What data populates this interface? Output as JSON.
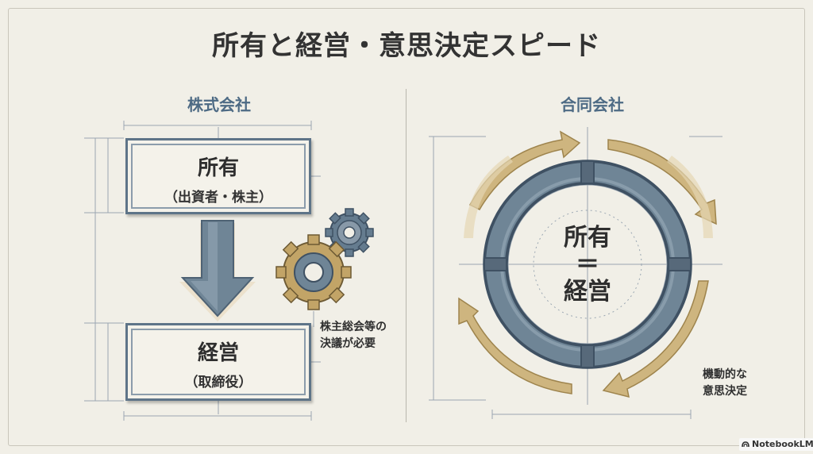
{
  "title": "所有と経営・意思決定スピード",
  "left": {
    "heading": "株式会社",
    "owner_box": {
      "main": "所有",
      "sub": "（出資者・株主）"
    },
    "management_box": {
      "main": "経営",
      "sub": "（取締役）"
    },
    "note_lines": [
      "株主総会等の",
      "決議が必要"
    ],
    "icons": [
      "down-arrow-icon",
      "gears-icon"
    ]
  },
  "right": {
    "heading": "合同会社",
    "circle_lines": [
      "所有",
      "＝",
      "経営"
    ],
    "note_lines": [
      "機動的な",
      "意思決定"
    ],
    "icons": [
      "cycle-arrows-icon",
      "ring-icon"
    ]
  },
  "branding": {
    "logo_text": "NotebookLM"
  },
  "colors": {
    "steel": "#5e7488",
    "gold": "#c2a467",
    "heading_blue": "#4d6a84",
    "background": "#f1efe7"
  }
}
